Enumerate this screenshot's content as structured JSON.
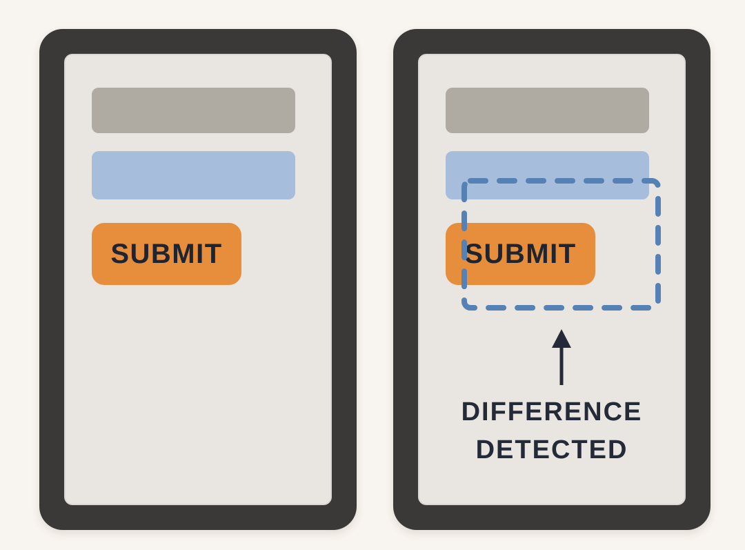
{
  "colors": {
    "page_bg": "#f8f4ef",
    "frame": "#3b3938",
    "screen": "#e9e6e1",
    "skeleton_gray": "#afaaa2",
    "skeleton_blue": "#a6bddc",
    "accent_orange": "#e78e3d",
    "diff_outline_blue": "#5681b5",
    "ink": "#242a38",
    "button_text": "#1e2430"
  },
  "left_device": {
    "name": "baseline screen mockup",
    "submit_label": "SUBMIT"
  },
  "right_device": {
    "name": "changed screen mockup",
    "submit_label": "SUBMIT",
    "annotation": {
      "line1": "DIFFERENCE",
      "line2": "DETECTED",
      "arrow_icon": "up-arrow-icon",
      "region_icon": "dashed-highlight-rectangle"
    }
  }
}
